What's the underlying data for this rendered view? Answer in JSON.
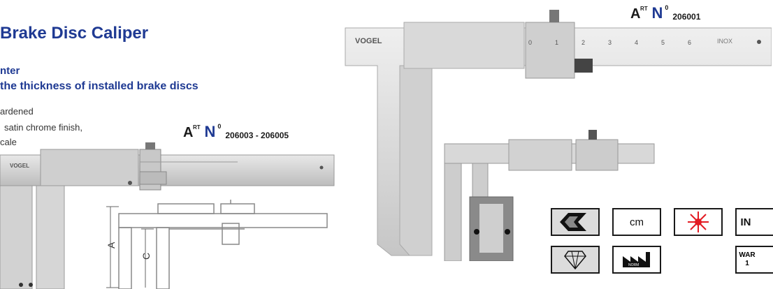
{
  "title": "Brake Disc Caliper",
  "subtitle1": "nter",
  "subtitle2": "the thickness of installed brake discs",
  "features": [
    "ardened",
    "satin chrome finish,",
    "cale"
  ],
  "art_a": "A",
  "art_rt": "RT",
  "art_n": "N",
  "art_0": "0",
  "art_top_number": "206001",
  "art_left_number": "206003 - 206005",
  "brand_logo": "VOGEL",
  "scale_numbers": [
    "0",
    "1",
    "2",
    "3",
    "4",
    "5",
    "6"
  ],
  "inox": "INOX",
  "dim_a": "A",
  "dim_c": "C",
  "icons": {
    "cm": "cm",
    "norm": "NORM",
    "partial_top": "IN",
    "war": "WAR",
    "war2": "1"
  }
}
